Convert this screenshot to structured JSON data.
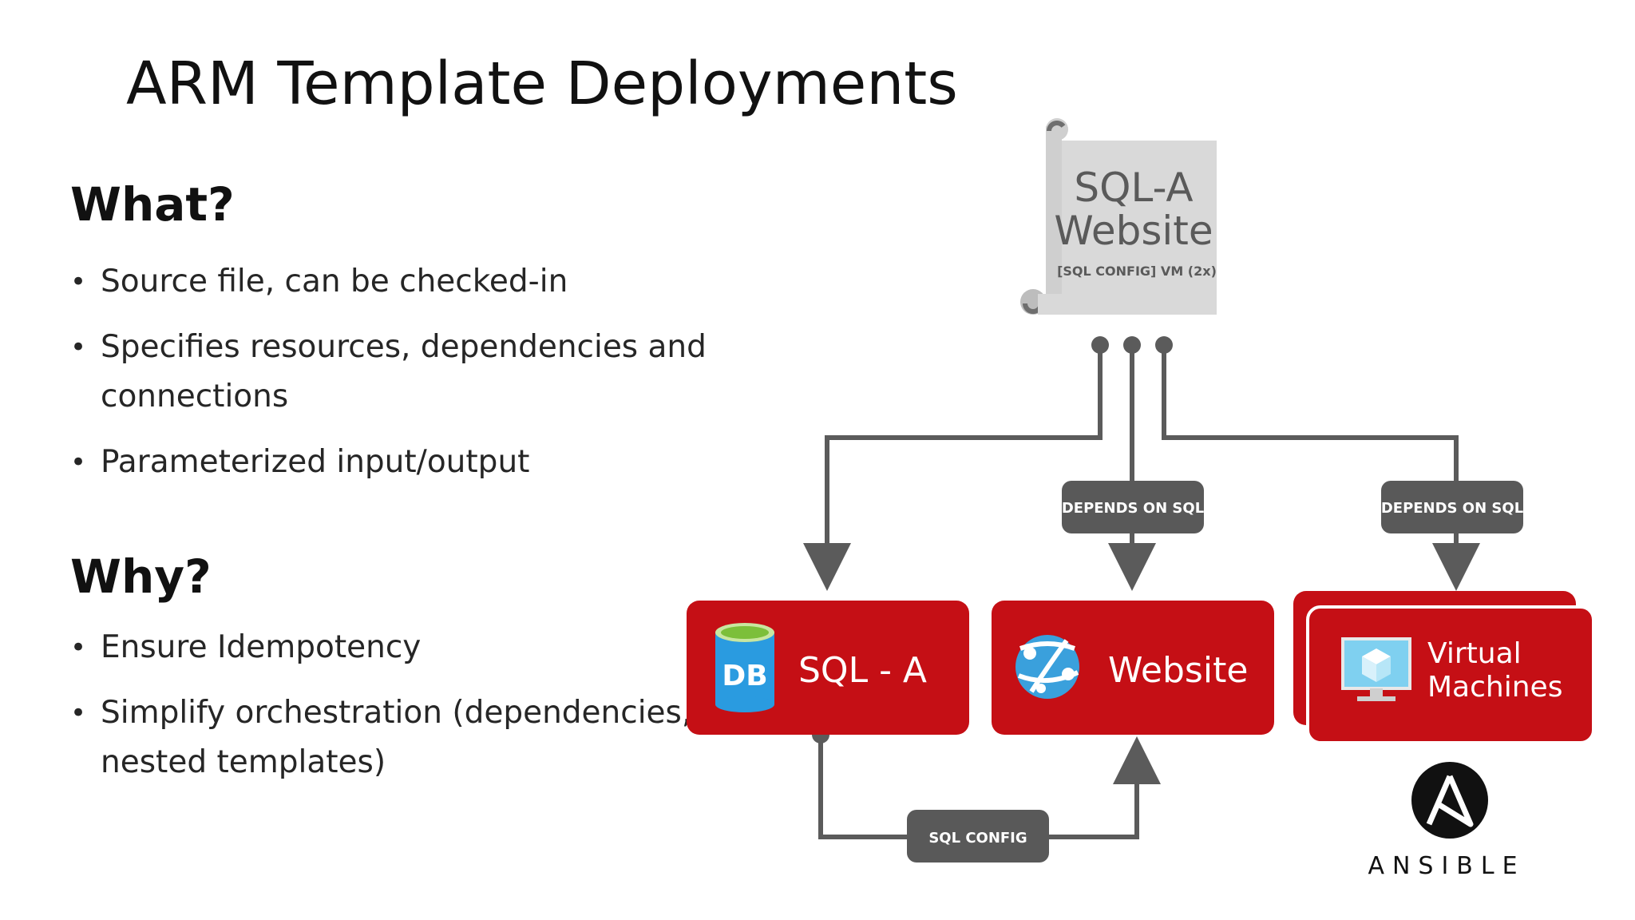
{
  "slide": {
    "title": "ARM Template Deployments"
  },
  "what": {
    "heading": "What?",
    "bullets": [
      "Source file, can be checked-in",
      "Specifies resources, dependencies and connections",
      "Parameterized input/output"
    ]
  },
  "why": {
    "heading": "Why?",
    "bullets": [
      "Ensure Idempotency",
      "Simplify orchestration (dependencies, nested templates)"
    ]
  },
  "diagram": {
    "template": {
      "line1": "SQL-A",
      "line2": "Website",
      "line3": "[SQL CONFIG] VM (2x)"
    },
    "badges": {
      "website_depends": "DEPENDS ON SQL",
      "vm_depends": "DEPENDS ON SQL",
      "sql_config": "SQL CONFIG"
    },
    "resources": {
      "sql": {
        "label": "SQL - A",
        "icon_text": "DB"
      },
      "website": {
        "label": "Website"
      },
      "vm": {
        "line1": "Virtual",
        "line2": "Machines"
      }
    },
    "ansible": {
      "label": "ANSIBLE"
    },
    "colors": {
      "resource_red": "#c50f15",
      "connector_gray": "#5b5b5b",
      "badge_gray": "#595959",
      "scroll_gray": "#d9d9d9"
    }
  }
}
